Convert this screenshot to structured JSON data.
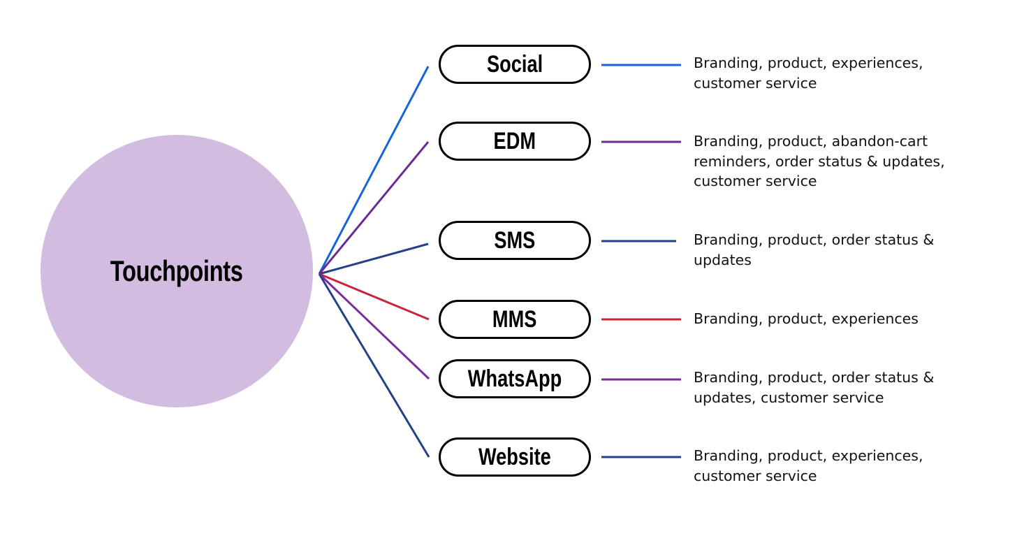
{
  "hub": {
    "label": "Touchpoints",
    "color": "#d2bde0"
  },
  "channels": [
    {
      "label": "Social",
      "description": "Branding, product, experiences, customer service",
      "color": "#1565d8"
    },
    {
      "label": "EDM",
      "description": "Branding, product, abandon-cart reminders, order status & updates, customer service",
      "color": "#6a2c91"
    },
    {
      "label": "SMS",
      "description": "Branding, product, order status & updates",
      "color": "#253f8a"
    },
    {
      "label": "MMS",
      "description": "Branding, product, experiences",
      "color": "#c8243a"
    },
    {
      "label": "WhatsApp",
      "description": "Branding, product, order status & updates, customer service",
      "color": "#7b2d9e"
    },
    {
      "label": "Website",
      "description": "Branding, product, experiences, customer service",
      "color": "#253f8a"
    }
  ]
}
